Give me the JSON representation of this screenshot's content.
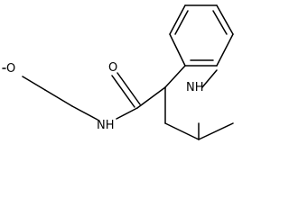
{
  "atoms": {
    "methoxy_o": "O",
    "carbonyl_o": "O",
    "amide_n": "NH",
    "ring_n": "NH"
  },
  "colors": {
    "bond": "#000000",
    "label": "#000000",
    "background": "#ffffff"
  }
}
